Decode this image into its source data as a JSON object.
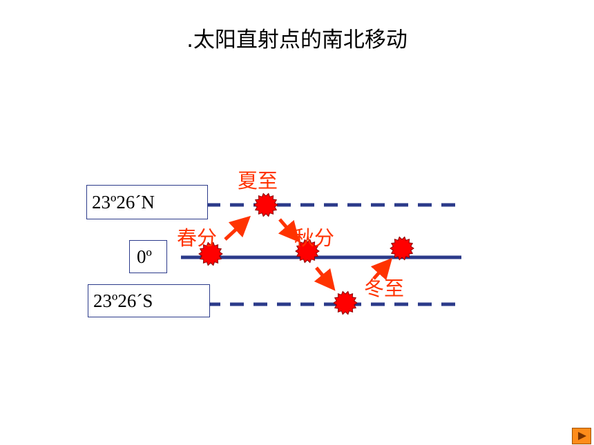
{
  "title": ".太阳直射点的南北移动",
  "latitudes": {
    "north": "23º26´N",
    "equator": "0º",
    "south": "23º26´S"
  },
  "seasons": {
    "summer_solstice": "夏至",
    "spring_equinox": "春分",
    "autumn_equinox": "秋分",
    "winter_solstice": "冬至"
  },
  "colors": {
    "line": "#2b3a8a",
    "sun": "#ff0000",
    "arrow": "#ff3300",
    "label": "#ff3300",
    "nav_button": "#ff8c1a"
  },
  "icons": {
    "next": "play-triangle-icon"
  }
}
